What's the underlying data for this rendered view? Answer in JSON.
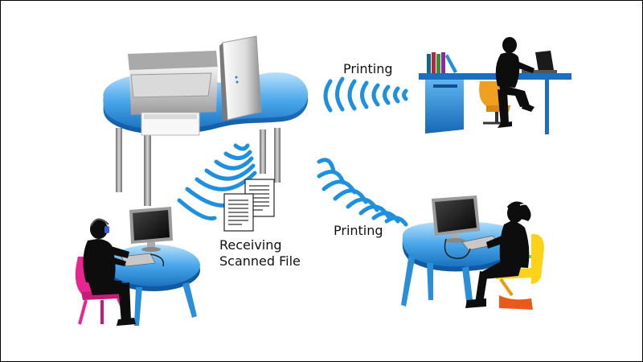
{
  "labels": {
    "printing_top": "Printing",
    "printing_bottom": "Printing",
    "receiving_line1": "Receiving",
    "receiving_line2": "Scanned File"
  },
  "colors": {
    "table_blue": "#2a8fd8",
    "table_blue_light": "#9fd2f5",
    "wave_blue": "#1e90e0",
    "chair_pink": "#e8268f",
    "chair_orange": "#f0a020",
    "chair_yellow": "#ffd21a",
    "silhouette": "#0d0d0d",
    "background": "#ffffff"
  },
  "icons": {
    "printer": "printer-icon",
    "router": "wireless-router-icon",
    "documents": "scanned-documents-icon",
    "workstations": [
      "workstation-top-right",
      "workstation-bottom-left",
      "workstation-bottom-right"
    ]
  }
}
